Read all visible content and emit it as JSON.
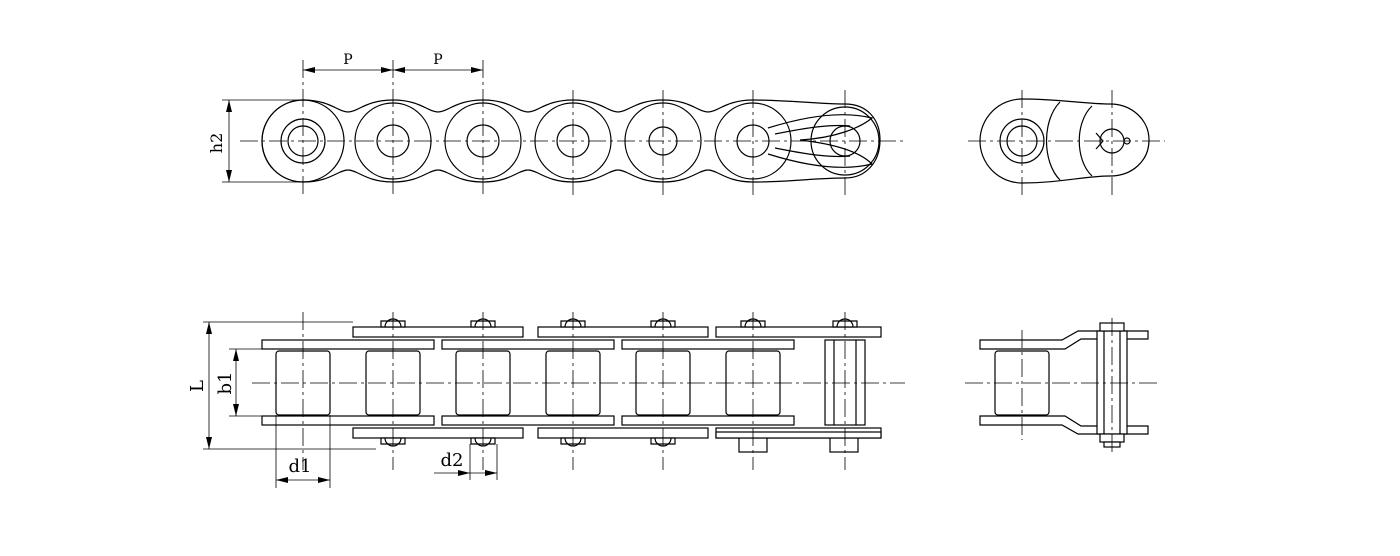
{
  "labels": {
    "pitch_1": "P",
    "pitch_2": "P",
    "plate_height": "h2",
    "overall_width": "L",
    "inner_width": "b1",
    "roller_diameter": "d1",
    "pin_diameter": "d2"
  },
  "colors": {
    "line": "#000000",
    "background": "#ffffff"
  }
}
